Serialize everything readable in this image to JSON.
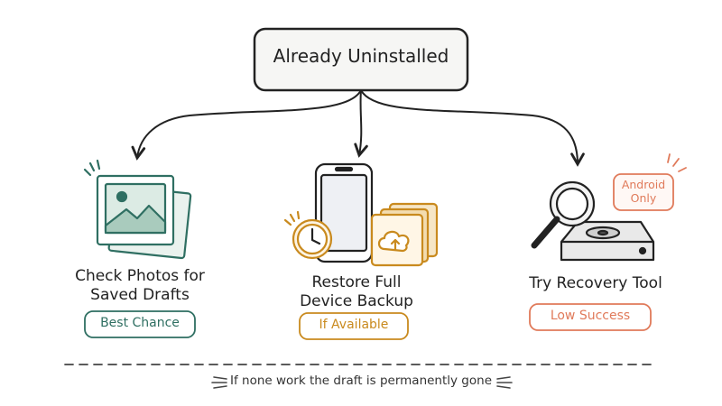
{
  "root": {
    "label": "Already Uninstalled"
  },
  "options": [
    {
      "title_line1": "Check Photos for",
      "title_line2": "Saved Drafts",
      "badge": "Best Chance",
      "icon": "photos-icon",
      "color": "#2f6f62"
    },
    {
      "title_line1": "Restore Full",
      "title_line2": "Device Backup",
      "badge": "If Available",
      "icon": "phone-backup-icon",
      "color": "#c98a1e"
    },
    {
      "title_line1": "Try Recovery Tool",
      "title_line2": "",
      "badge": "Low Success",
      "icon": "recovery-tool-icon",
      "color": "#e07a5a",
      "note_line1": "Android",
      "note_line2": "Only"
    }
  ],
  "footer": {
    "text": "If none work the draft is permanently gone"
  },
  "colors": {
    "ink": "#222222",
    "green": "#2f6f62",
    "amber": "#c98a1e",
    "coral": "#e07a5a"
  }
}
